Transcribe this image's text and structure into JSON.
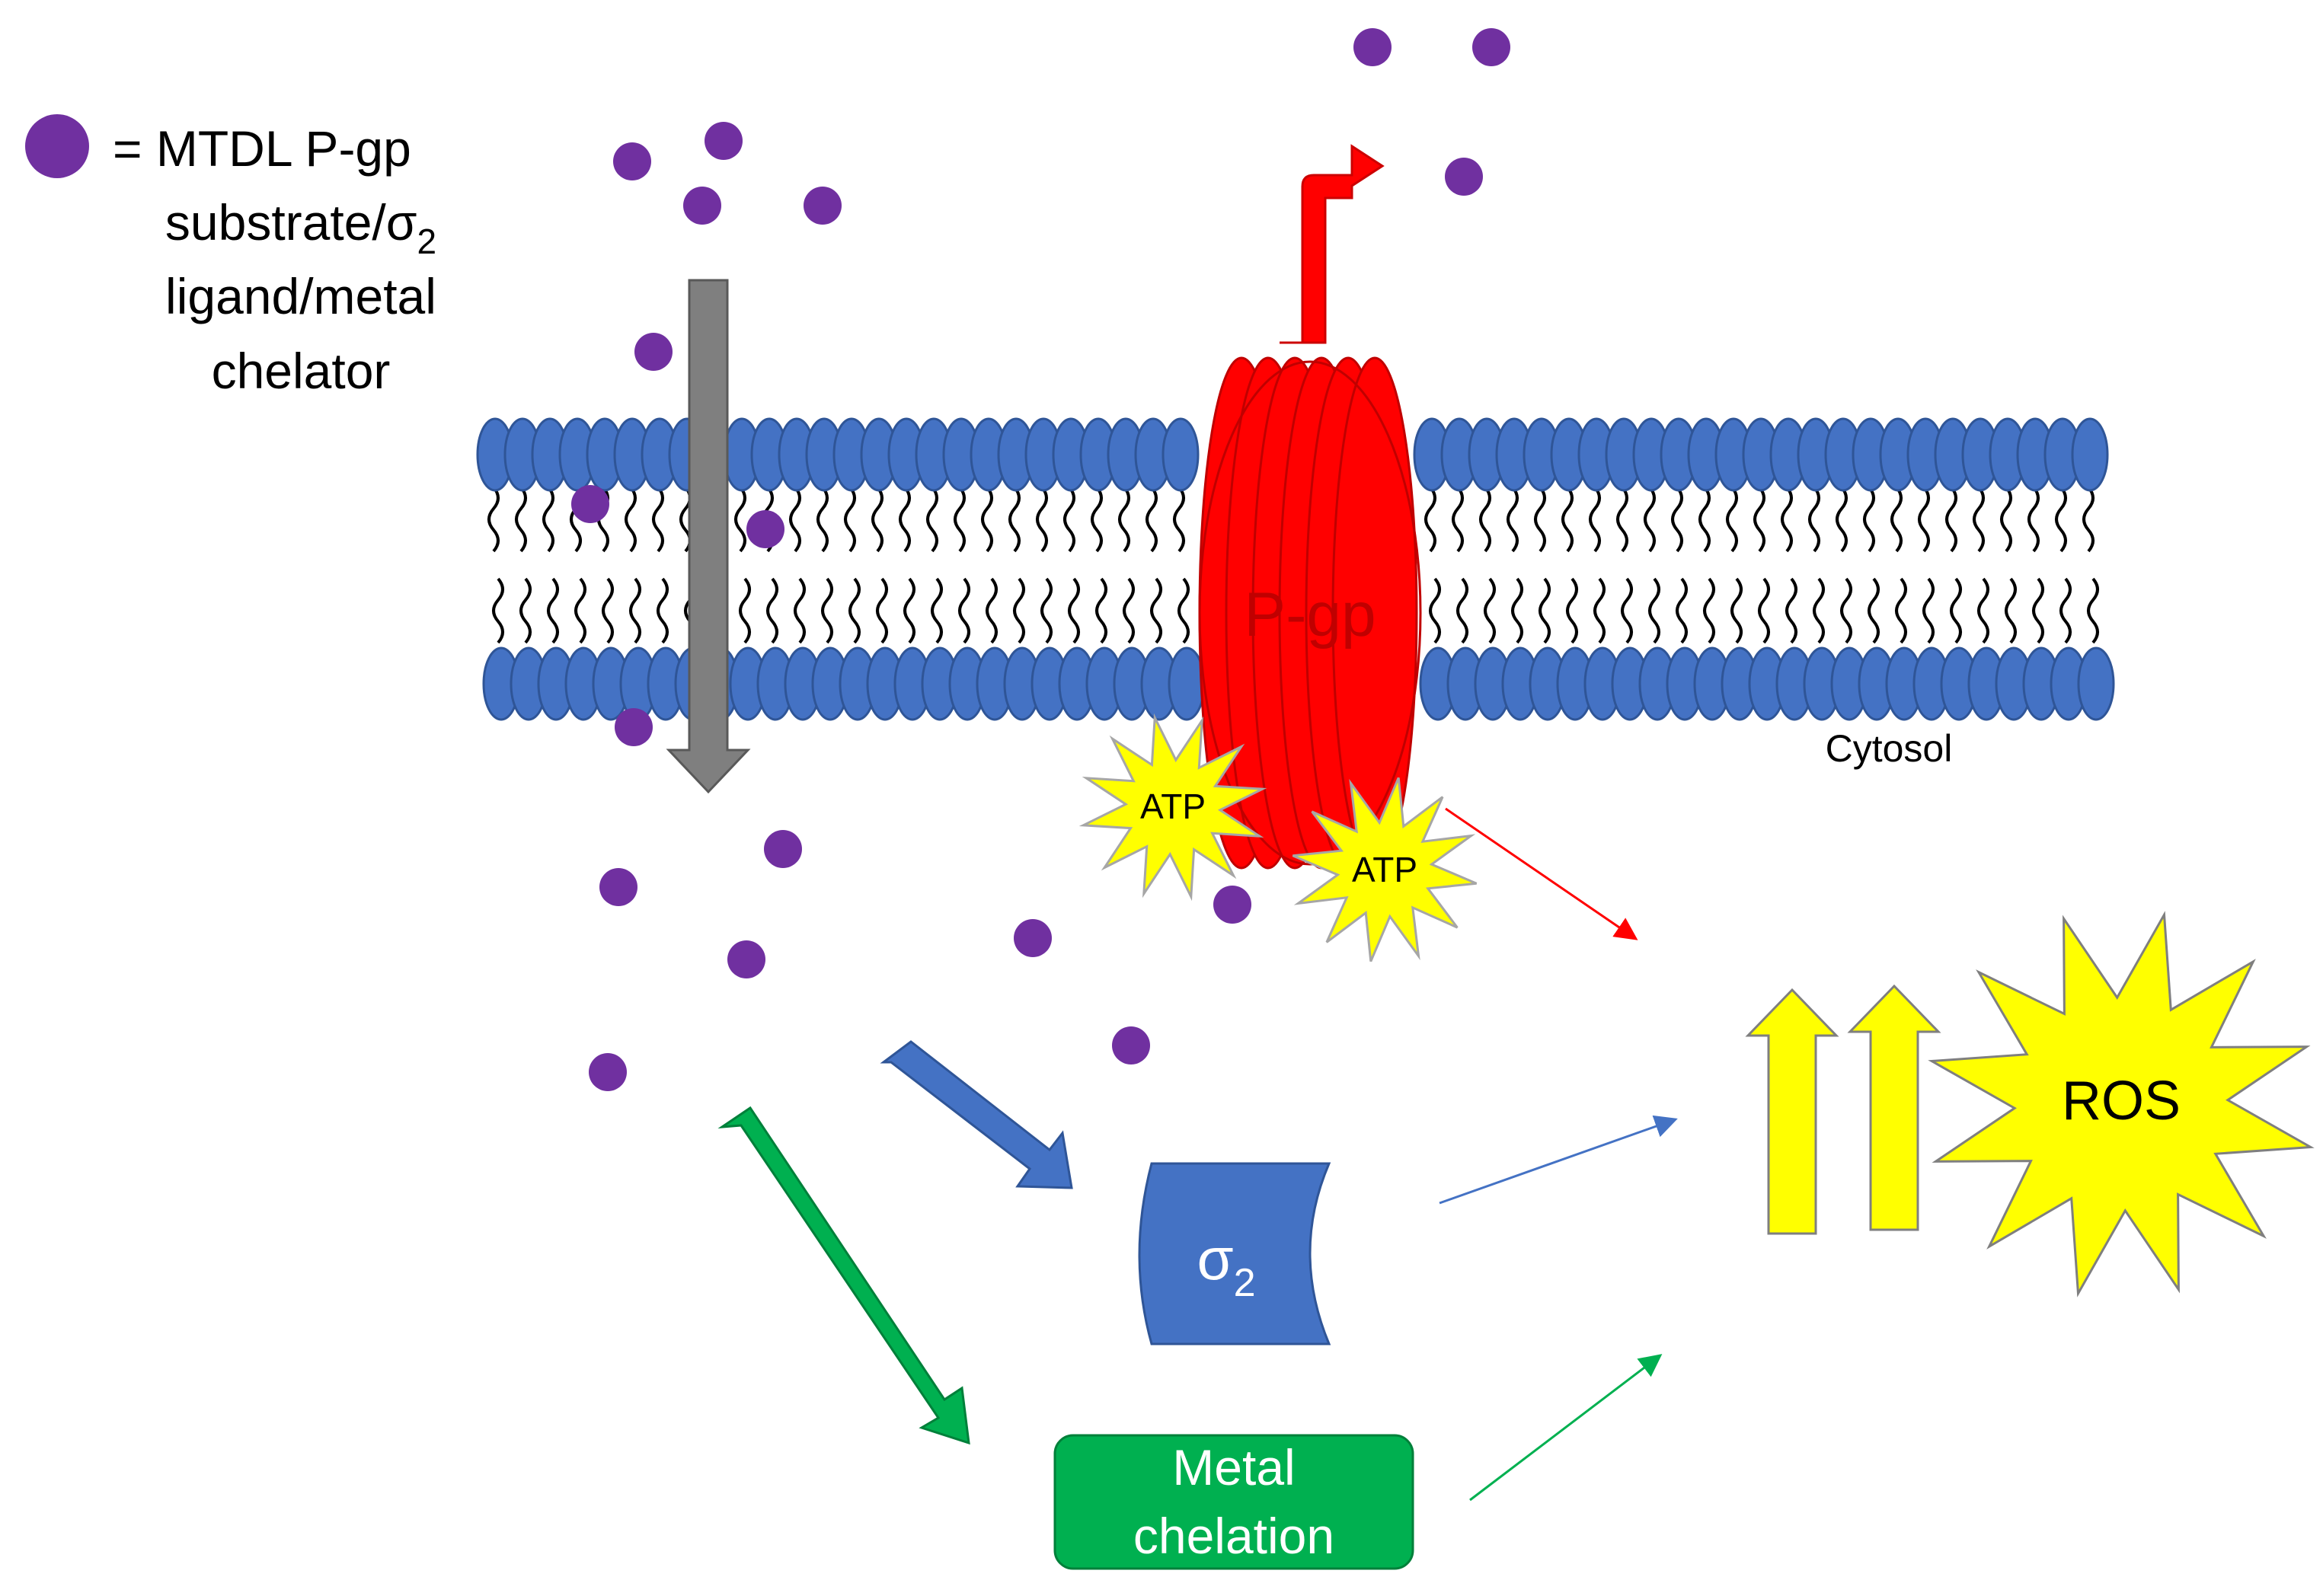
{
  "legend": {
    "line1": "= MTDL P-gp",
    "line2_pre": "substrate/",
    "line2_sigma": "σ",
    "line2_sub": "2",
    "line3": "ligand/metal",
    "line4": "chelator"
  },
  "labels": {
    "pgp": "P-gp",
    "cytosol": "Cytosol",
    "atp1": "ATP",
    "atp2": "ATP",
    "sigma": "σ",
    "sigma_sub": "2",
    "metal_line1": "Metal",
    "metal_line2": "chelation",
    "ros": "ROS"
  },
  "colors": {
    "molecule": "#7030A0",
    "lipid_head": "#4472C4",
    "pgp": "#FF0000",
    "atp": "#FFFF00",
    "sigma_receptor": "#4472C4",
    "metal_box": "#00B050",
    "uptake_arrow": "#7F7F7F",
    "ros_arrows": "#FFFF00"
  }
}
